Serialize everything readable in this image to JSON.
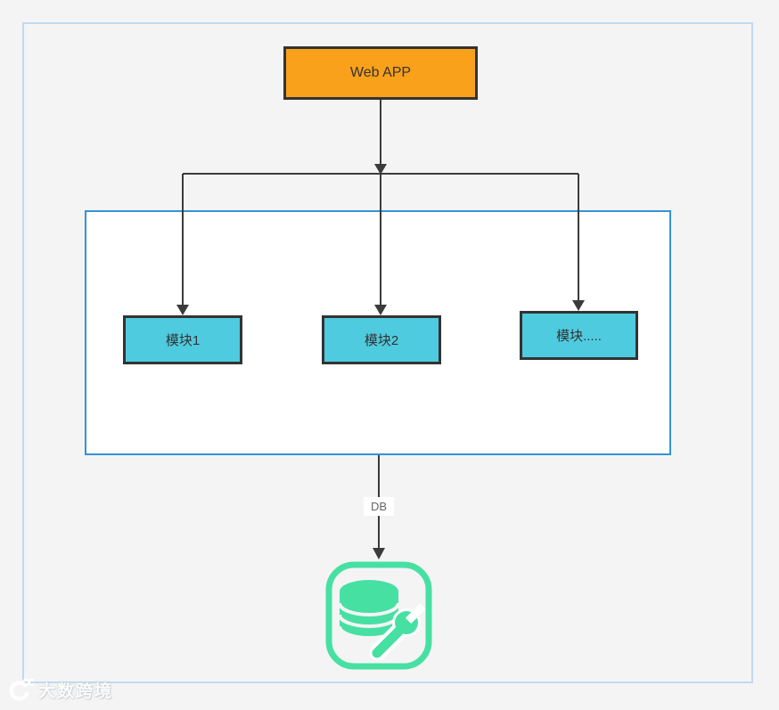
{
  "diagram": {
    "web_app": {
      "label": "Web APP"
    },
    "modules": [
      {
        "label": "模块1"
      },
      {
        "label": "模块2"
      },
      {
        "label": "模块....."
      }
    ],
    "db_connector_label": "DB",
    "db_icon_name": "database-wrench-icon"
  },
  "watermark": {
    "text": "大数跨境"
  },
  "colors": {
    "background": "#F4F4F5",
    "page_border": "#BFD9F2",
    "container_border": "#3492D6",
    "container_fill": "#FFFFFF",
    "node_border": "#333333",
    "node_text": "#333333",
    "web_app_fill": "#F9A11B",
    "module_fill": "#4FCBDF",
    "line": "#3B3B3B",
    "db_icon": "#47E0A3",
    "db_label_text": "#666666"
  }
}
